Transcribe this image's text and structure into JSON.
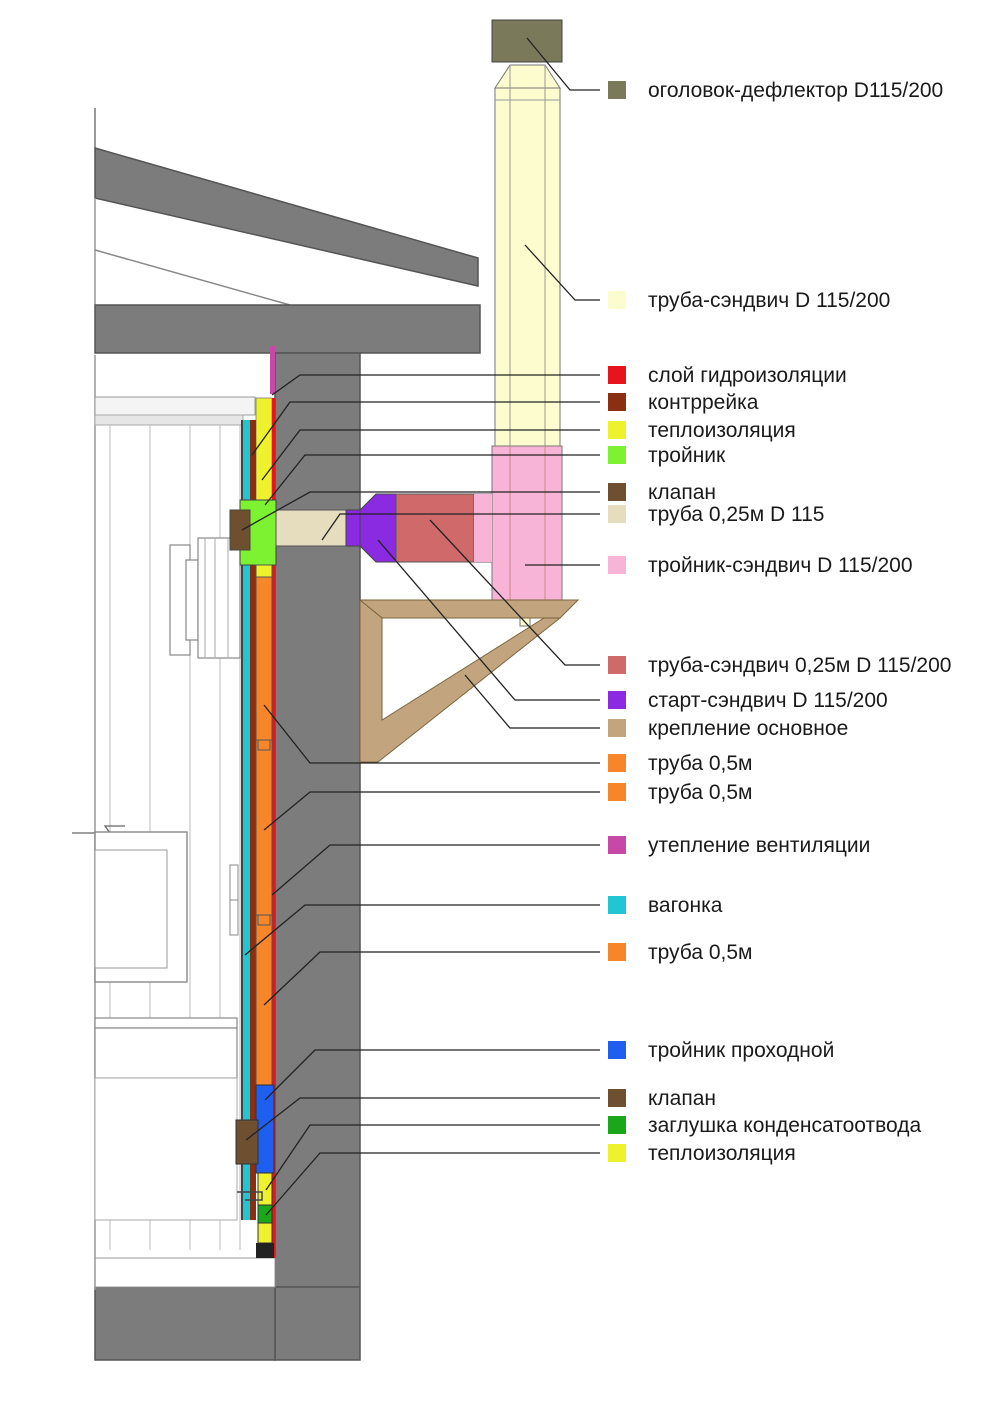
{
  "legend": [
    {
      "id": "headcap",
      "label": "оголовок-дефлектор D115/200",
      "color": "#7a7a5a"
    },
    {
      "id": "sandwich",
      "label": "труба-сэндвич D 115/200",
      "color": "#fdfccf"
    },
    {
      "id": "waterproof",
      "label": "слой гидроизоляции",
      "color": "#e8141b"
    },
    {
      "id": "batten",
      "label": "контррейка",
      "color": "#8b2f12"
    },
    {
      "id": "insul1",
      "label": "теплоизоляция",
      "color": "#eef22c"
    },
    {
      "id": "tee",
      "label": "тройник",
      "color": "#7df230"
    },
    {
      "id": "valve1",
      "label": "клапан",
      "color": "#6e5030"
    },
    {
      "id": "pipe025",
      "label": "труба 0,25м D 115",
      "color": "#e6dcbe"
    },
    {
      "id": "teesand",
      "label": "тройник-сэндвич D 115/200",
      "color": "#f8b4d6"
    },
    {
      "id": "sand025",
      "label": "труба-сэндвич 0,25м D 115/200",
      "color": "#d06a6a"
    },
    {
      "id": "startsand",
      "label": "старт-сэндвич D 115/200",
      "color": "#8a2be2"
    },
    {
      "id": "mount",
      "label": "крепление основное",
      "color": "#c2a57f"
    },
    {
      "id": "pipe05a",
      "label": "труба 0,5м",
      "color": "#f7862a"
    },
    {
      "id": "pipe05b",
      "label": "труба 0,5м",
      "color": "#f7862a"
    },
    {
      "id": "ventins",
      "label": "утепление вентиляции",
      "color": "#c848a8"
    },
    {
      "id": "lining",
      "label": "вагонка",
      "color": "#22c6d2"
    },
    {
      "id": "pipe05c",
      "label": "труба 0,5м",
      "color": "#f7862a"
    },
    {
      "id": "passtee",
      "label": "тройник проходной",
      "color": "#1e5ff0"
    },
    {
      "id": "valve2",
      "label": "клапан",
      "color": "#6e5030"
    },
    {
      "id": "plug",
      "label": "заглушка конденсатоотвода",
      "color": "#1aa81a"
    },
    {
      "id": "insul2",
      "label": "теплоизоляция",
      "color": "#eef22c"
    }
  ],
  "colors": {
    "wall": "#7c7c7c",
    "wall_dark": "#555555",
    "line": "#333333"
  }
}
